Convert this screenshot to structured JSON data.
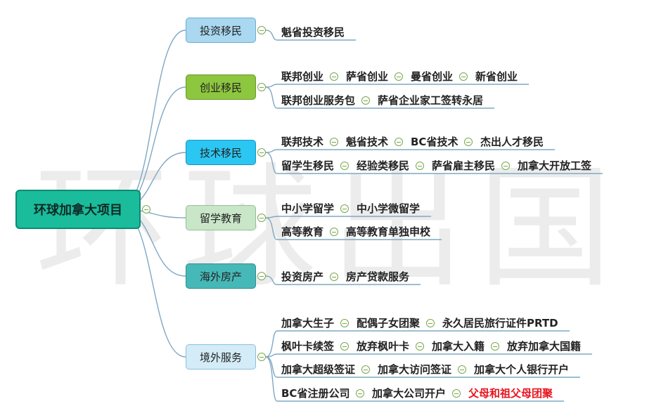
{
  "watermark": "环球出国",
  "root": {
    "label": "环球加拿大项目"
  },
  "branches": [
    {
      "label": "投资移民",
      "fill": "#a9d8f0",
      "border": "#6aaed3",
      "rows": [
        [
          "魁省投资移民"
        ]
      ]
    },
    {
      "label": "创业移民",
      "fill": "#8dc63f",
      "border": "#6a9a2a",
      "rows": [
        [
          "联邦创业",
          "萨省创业",
          "曼省创业",
          "新省创业"
        ],
        [
          "联邦创业服务包",
          "萨省企业家工签转永居"
        ]
      ]
    },
    {
      "label": "技术移民",
      "fill": "#2cc6f2",
      "border": "#1597c0",
      "rows": [
        [
          "联邦技术",
          "魁省技术",
          "BC省技术",
          "杰出人才移民"
        ],
        [
          "留学生移民",
          "经验类移民",
          "萨省雇主移民",
          "加拿大开放工签"
        ]
      ]
    },
    {
      "label": "留学教育",
      "fill": "#c9e6c9",
      "border": "#93bf93",
      "rows": [
        [
          "中小学留学",
          "中小学微留学"
        ],
        [
          "高等教育",
          "高等教育单独申校"
        ]
      ]
    },
    {
      "label": "海外房产",
      "fill": "#47b8b8",
      "border": "#2d8e8e",
      "rows": [
        [
          "投资房产",
          "房产贷款服务"
        ]
      ]
    },
    {
      "label": "境外服务",
      "fill": "#d3ecf8",
      "border": "#8cc0dc",
      "rows": [
        [
          "加拿大生子",
          "配偶子女团聚",
          "永久居民旅行证件PRTD"
        ],
        [
          "枫叶卡续签",
          "放弃枫叶卡",
          "加拿大入籍",
          "放弃加拿大国籍"
        ],
        [
          "加拿大超级签证",
          "加拿大访问签证",
          "加拿大个人银行开户"
        ],
        [
          "BC省注册公司",
          "加拿大公司开户",
          "父母和祖父母团聚"
        ]
      ],
      "highlight": "父母和祖父母团聚",
      "highlight_color": "#e8141e"
    }
  ],
  "colors": {
    "link": "#7fa8c4",
    "collapse": "#7aa84a"
  }
}
